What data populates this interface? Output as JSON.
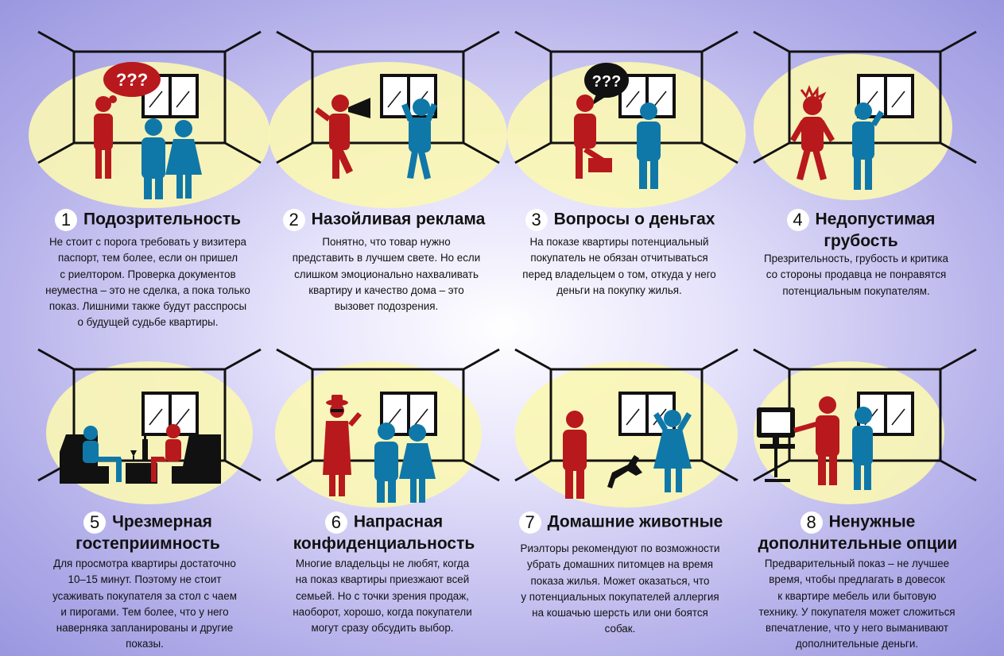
{
  "tips": [
    {
      "num": "1",
      "title": "Подозрительность",
      "bubble": "???",
      "text": [
        "Не стоит с порога требовать у визитера",
        "паспорт, тем более, если он пришел",
        "с риелтором. Проверка документов",
        "неуместна – это не сделка, а пока только",
        "показ. Лишними также будут расспросы",
        "о будущей судьбе квартиры."
      ]
    },
    {
      "num": "2",
      "title": "Назойливая реклама",
      "text": [
        "Понятно, что товар нужно",
        "представить в лучшем свете. Но если",
        "слишком эмоционально нахваливать",
        "квартиру и качество дома – это",
        "вызовет подозрения."
      ]
    },
    {
      "num": "3",
      "title": "Вопросы о деньгах",
      "bubble": "???",
      "text": [
        "На показе квартиры потенциальный",
        "покупатель не обязан отчитываться",
        "перед владельцем о том, откуда у него",
        "деньги на покупку жилья."
      ]
    },
    {
      "num": "4",
      "title_line1": "Недопустимая",
      "title_line2": "грубость",
      "text": [
        "Презрительность, грубость и критика",
        "со стороны продавца не понравятся",
        "потенциальным покупателям."
      ]
    },
    {
      "num": "5",
      "title_line1": "Чрезмерная",
      "title_line2": "гостеприимность",
      "text": [
        "Для просмотра квартиры достаточно",
        "10–15 минут. Поэтому не стоит",
        "усаживать покупателя за стол с чаем",
        "и пирогами. Тем более, что у него",
        "наверняка запланированы и другие",
        "показы."
      ]
    },
    {
      "num": "6",
      "title_line1": "Напрасная",
      "title_line2": "конфиденциальность",
      "text": [
        "Многие владельцы не любят, когда",
        "на показ квартиры приезжают всей",
        "семьей. Но с точки зрения продаж,",
        "наоборот, хорошо, когда покупатели",
        "могут сразу обсудить выбор."
      ]
    },
    {
      "num": "7",
      "title": "Домашние животные",
      "text": [
        "Риэлторы рекомендуют по возможности",
        "убрать домашних питомцев на время",
        "показа жилья. Может оказаться, что",
        "у потенциальных покупателей аллергия",
        "на кошачью шерсть или они боятся",
        "собак."
      ]
    },
    {
      "num": "8",
      "title_line1": "Ненужные",
      "title_line2": "дополнительные опции",
      "text": [
        "Предварительный показ – не лучшее",
        "время, чтобы предлагать в довесок",
        "к квартире мебель или бытовую",
        "технику. У покупателя может сложиться",
        "впечатление, что у него выманивают",
        "дополнительные деньги."
      ]
    }
  ],
  "colors": {
    "seller": "#b8191d",
    "buyer": "#0f78a8",
    "room_line": "#111111",
    "glow": "#fbf7b4"
  }
}
